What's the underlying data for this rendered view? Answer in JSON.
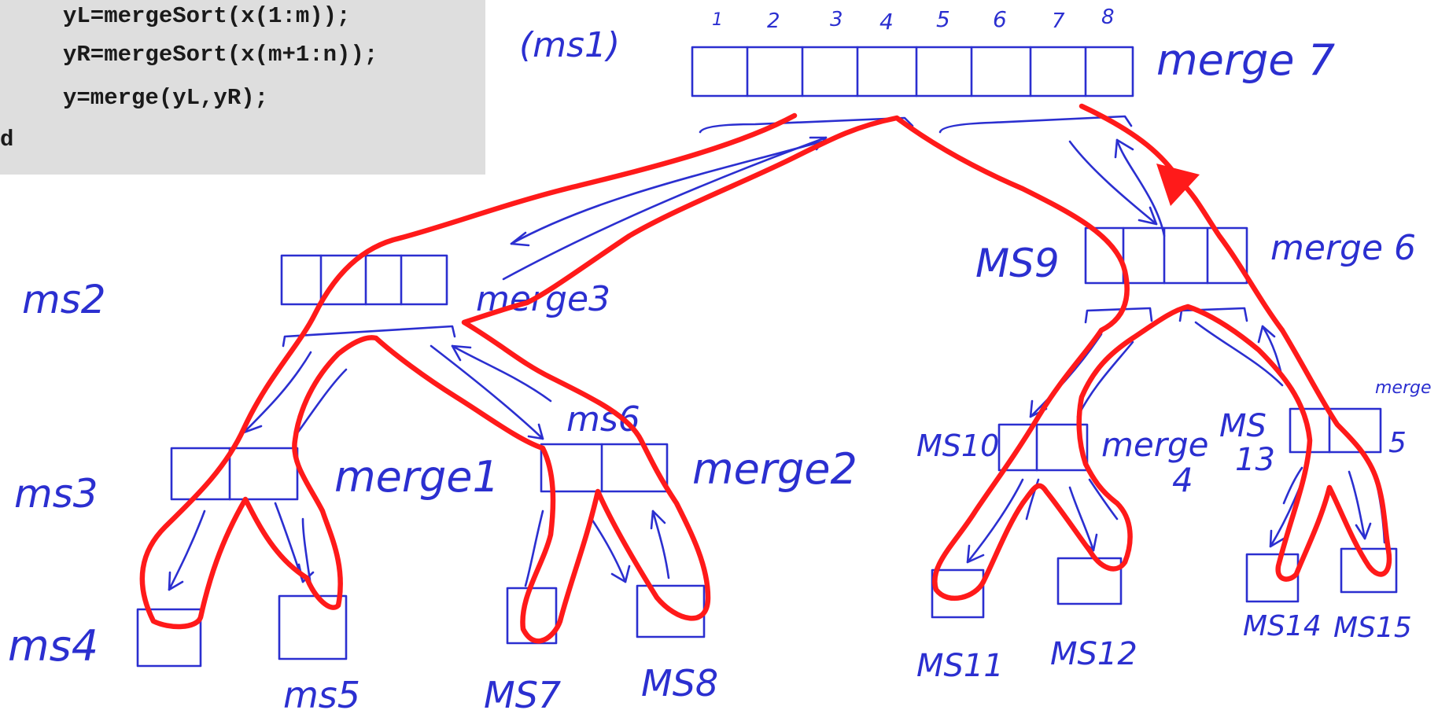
{
  "code": {
    "lines": [
      "yL=mergeSort(x(1:m));",
      "yR=mergeSort(x(m+1:n));",
      "y=merge(yL,yR);",
      "d"
    ]
  },
  "colors": {
    "ink": "#2b2fd0",
    "trace": "#ff1a1a",
    "panel": "#dedede"
  },
  "top_array": {
    "indices": [
      "1",
      "2",
      "3",
      "4",
      "5",
      "6",
      "7",
      "8"
    ]
  },
  "labels": {
    "ms1": "(ms1)",
    "merge7": "merge 7",
    "ms2": "ms2",
    "merge3": "merge3",
    "ms3": "ms3",
    "merge1": "merge1",
    "ms4": "ms4",
    "ms5": "ms5",
    "ms6": "ms6",
    "merge2": "merge2",
    "ms7": "MS7",
    "ms8": "MS8",
    "ms9": "MS9",
    "merge6": "merge 6",
    "ms10": "MS10",
    "merge4": "merge",
    "merge4_num": "4",
    "ms11": "MS11",
    "ms12": "MS12",
    "ms13a": "MS",
    "ms13b": "13",
    "merge5": "merge",
    "merge5_num": "5",
    "ms14": "MS14",
    "ms15": "MS15"
  }
}
